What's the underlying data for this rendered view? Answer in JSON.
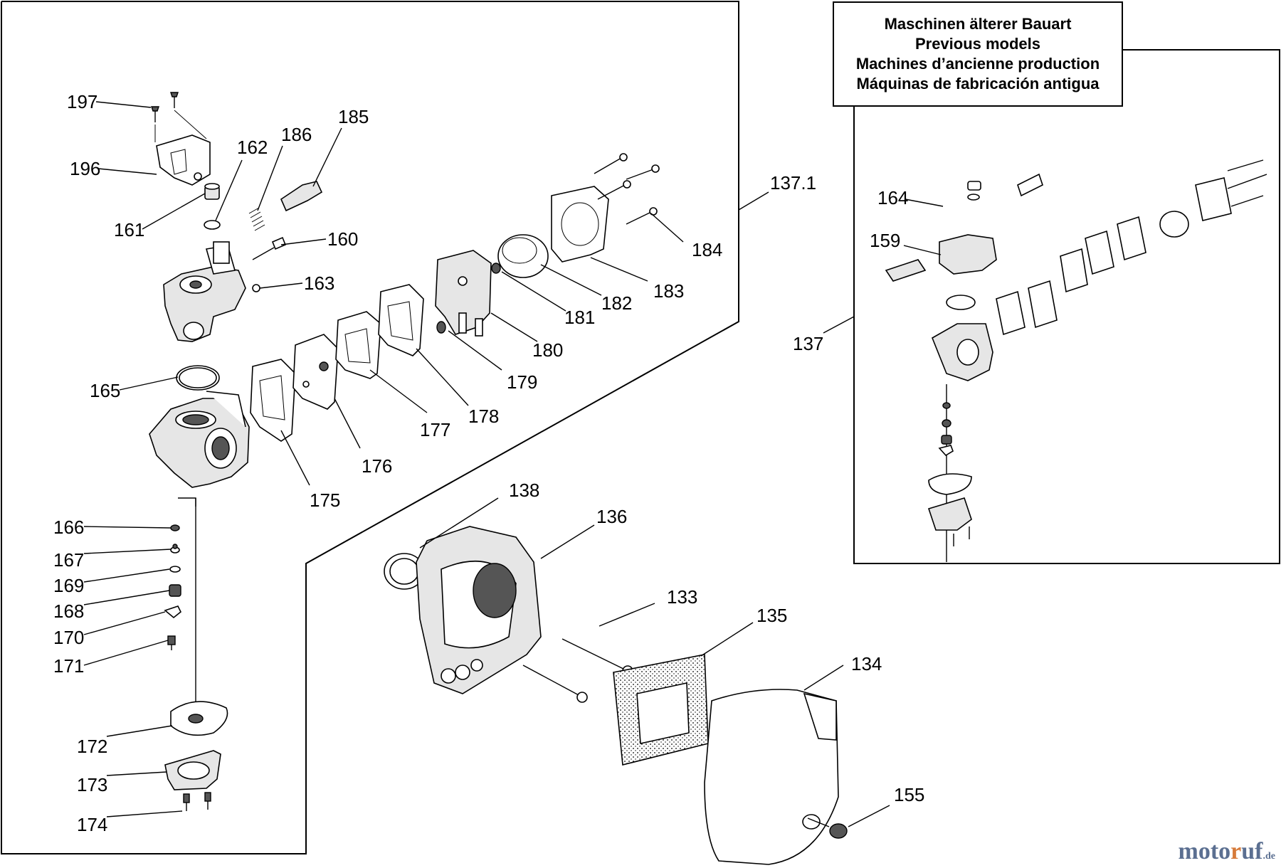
{
  "legend": {
    "lines": [
      "Maschinen älterer Bauart",
      "Previous models",
      "Machines d’ancienne production",
      "Máquinas de fabricación antigua"
    ]
  },
  "watermark": {
    "main_a": "moto",
    "accent": "r",
    "main_b": "uf",
    "suffix": ".de"
  },
  "parts": {
    "p197": "197",
    "p196": "196",
    "p162": "162",
    "p186": "186",
    "p185": "185",
    "p161": "161",
    "p160": "160",
    "p163": "163",
    "p165": "165",
    "p166": "166",
    "p167": "167",
    "p169": "169",
    "p168": "168",
    "p170": "170",
    "p171": "171",
    "p172": "172",
    "p173": "173",
    "p174": "174",
    "p175": "175",
    "p176": "176",
    "p177": "177",
    "p178": "178",
    "p179": "179",
    "p180": "180",
    "p181": "181",
    "p182": "182",
    "p183": "183",
    "p184": "184",
    "p1371": "137.1",
    "p137": "137",
    "p164": "164",
    "p159": "159",
    "p138": "138",
    "p136": "136",
    "p133": "133",
    "p135": "135",
    "p134": "134",
    "p155": "155"
  }
}
